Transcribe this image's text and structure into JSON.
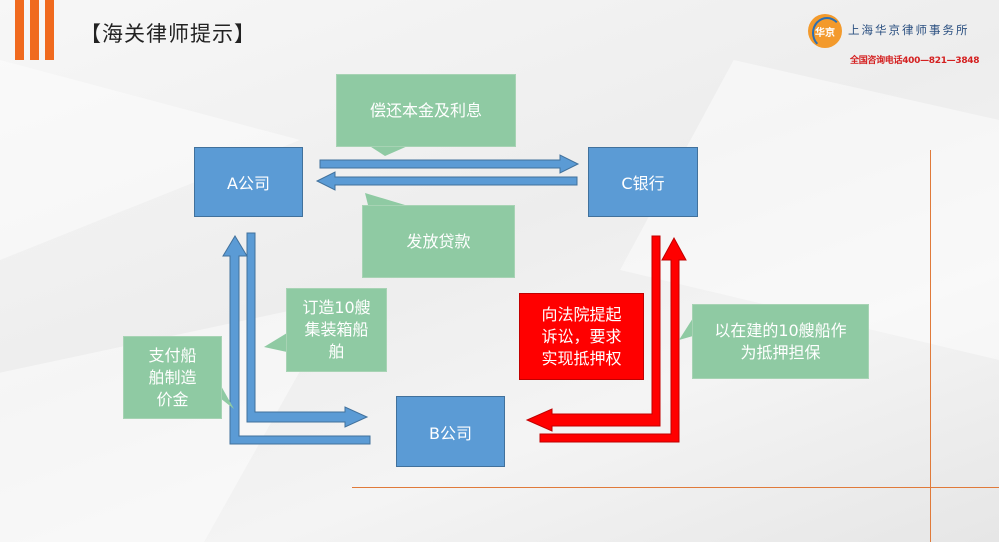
{
  "header": {
    "title": "【海关律师提示】",
    "firm_name": "上海华京律师事务所",
    "hotline": "全国咨询电话400—821—3848",
    "logo_text": "华京"
  },
  "nodes": {
    "a_company": "A公司",
    "b_company": "B公司",
    "c_bank": "C银行"
  },
  "notes": {
    "repay": "偿还本金及利息",
    "loan": "发放贷款",
    "order_ships": "订造10艘\n集装箱船\n舶",
    "pay_price": "支付船\n舶制造\n价金",
    "lawsuit": "向法院提起\n诉讼，要求\n实现抵押权",
    "collateral": "以在建的10艘船作\n为抵押担保"
  },
  "colors": {
    "accent_orange": "#f06a1e",
    "box_blue": "#5b9bd5",
    "note_green": "#8fcaa3",
    "alert_red": "#ff0000"
  }
}
